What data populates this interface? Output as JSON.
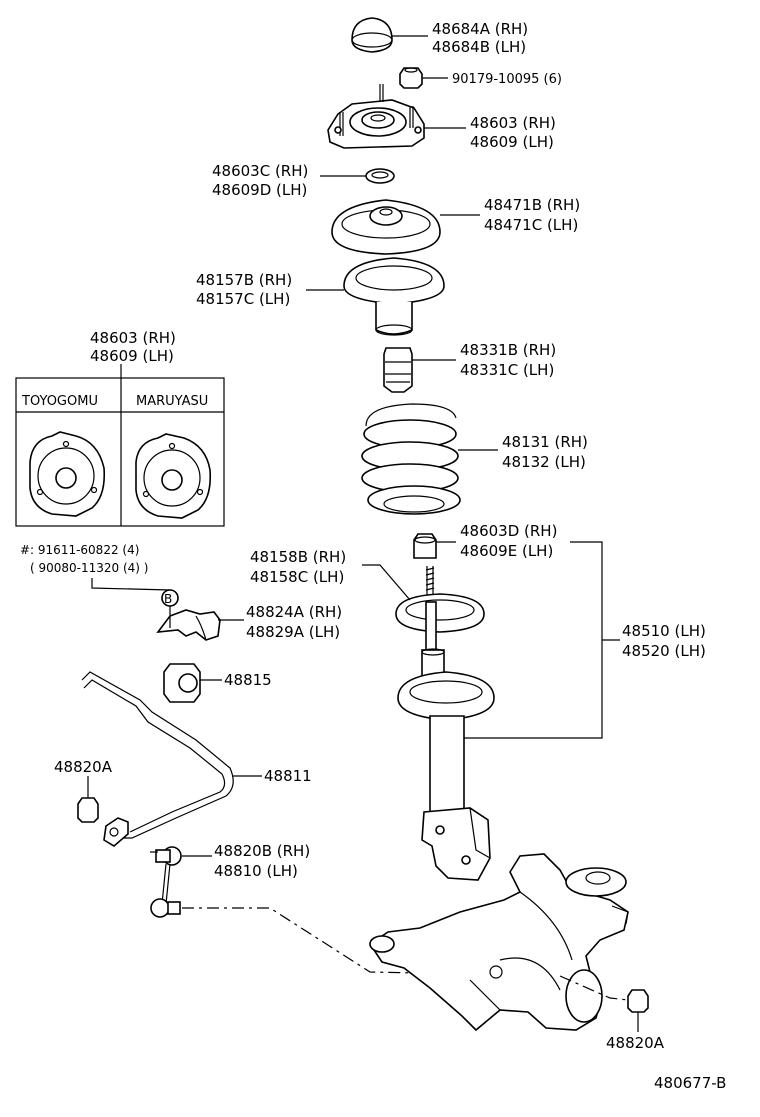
{
  "labels": {
    "l48684": [
      "48684A (RH)",
      "48684B (LH)"
    ],
    "l90179": "90179-10095 (6)",
    "l48603": [
      "48603 (RH)",
      "48609 (LH)"
    ],
    "l48603c": [
      "48603C (RH)",
      "48609D (LH)"
    ],
    "l48471": [
      "48471B (RH)",
      "48471C (LH)"
    ],
    "l48157": [
      "48157B (RH)",
      "48157C (LH)"
    ],
    "l48603box": [
      "48603 (RH)",
      "48609 (LH)"
    ],
    "l48331": [
      "48331B (RH)",
      "48331C (LH)"
    ],
    "l48131": [
      "48131 (RH)",
      "48132 (LH)"
    ],
    "l48603d": [
      "48603D (RH)",
      "48609E (LH)"
    ],
    "l48158": [
      "48158B (RH)",
      "48158C (LH)"
    ],
    "l48510": [
      "48510 (LH)",
      "48520 (LH)"
    ],
    "l48824": [
      "48824A (RH)",
      "48829A (LH)"
    ],
    "l48815": "48815",
    "l48820a_left": "48820A",
    "l48811": "48811",
    "l48820b": [
      "48820B (RH)",
      "48810   (LH)"
    ],
    "l48820a_right": "48820A",
    "hash_note": [
      "#: 91611-60822 (4)",
      "( 90080-11320 (4) )"
    ],
    "marker_b": "B",
    "drawing_number": "480677-B"
  },
  "variant_box": {
    "left_title": "TOYOGOMU",
    "right_title": "MARUYASU"
  }
}
